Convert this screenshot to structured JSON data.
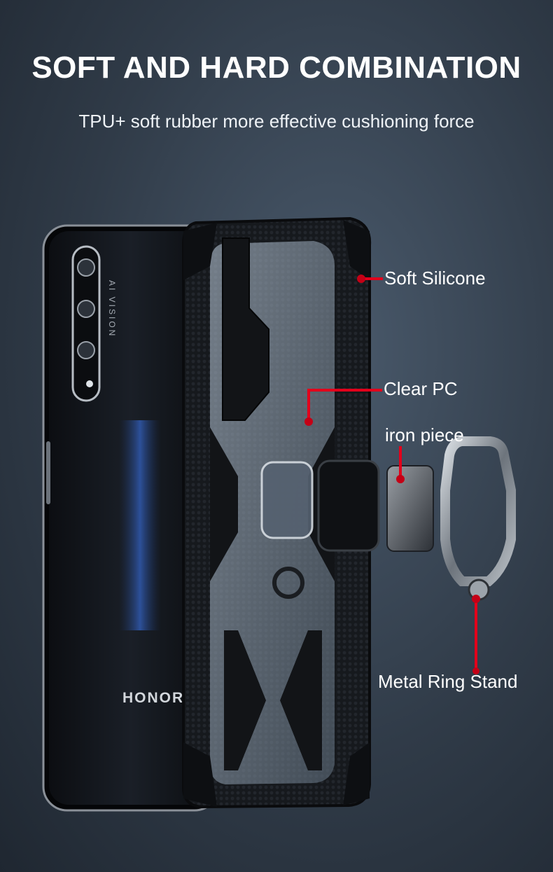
{
  "headline": "SOFT AND HARD COMBINATION",
  "subline": "TPU+ soft rubber more effective cushioning force",
  "callouts": {
    "soft_silicone": "Soft Silicone",
    "clear_pc": "Clear PC",
    "iron_piece": "iron piece",
    "metal_ring_stand": "Metal Ring Stand"
  },
  "phone": {
    "brand": "HONOR",
    "camera_text": "AI VISION"
  },
  "colors": {
    "callout_line": "#e3001b",
    "callout_dot": "#c40016",
    "background": "#34404d",
    "case": "#141619"
  }
}
